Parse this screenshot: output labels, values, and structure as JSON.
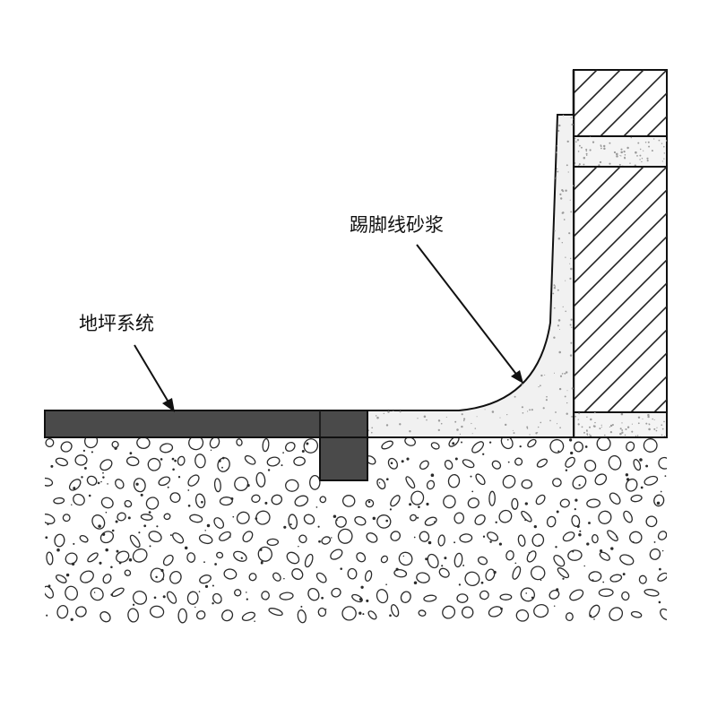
{
  "labels": {
    "floor_system": "地坪系统",
    "skirting_mortar": "踢脚线砂浆"
  },
  "colors": {
    "floor_slab": "#4a4a4a",
    "mortar_fill": "#f1f1f1",
    "speckle": "#9a9a9a",
    "pebble_stroke": "#2a2a2a",
    "hatch": "#222222",
    "line": "#111111"
  },
  "icons": {
    "arrow": "arrowhead"
  }
}
